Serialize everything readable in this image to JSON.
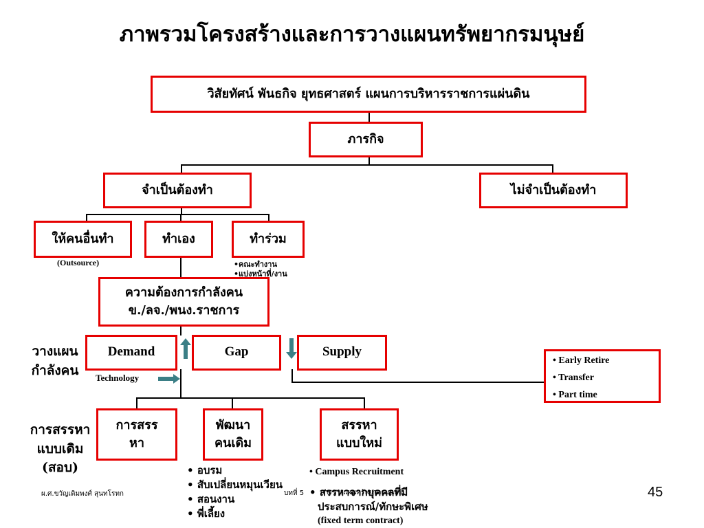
{
  "title": "ภาพรวมโครงสร้างและการวางแผนทรัพยากรมนุษย์",
  "boxes": {
    "vision": "วิสัยทัศน์  พันธกิจ  ยุทธศาสตร์  แผนการบริหารราชการแผ่นดิน",
    "mission": "ภารกิจ",
    "necessary": "จำเป็นต้องทำ",
    "unnecessary": "ไม่จำเป็นต้องทำ",
    "outsource": "ให้คนอื่นทำ",
    "self": "ทำเอง",
    "joint": "ทำร่วม",
    "need_line1": "ความต้องการกำลังคน",
    "need_line2": "ข./ลจ./พนง.ราชการ",
    "demand": "Demand",
    "gap": "Gap",
    "supply": "Supply",
    "recruit_line1": "การสรร",
    "recruit_line2": "หา",
    "develop_line1": "พัฒนา",
    "develop_line2": "คนเดิม",
    "new_line1": "สรรหา",
    "new_line2": "แบบใหม่"
  },
  "notes": {
    "outsource_note": "(Outsource)",
    "joint_note1": "•คณะทำงาน",
    "joint_note2": "•แบ่งหน้าที่/งาน",
    "technology": "Technology"
  },
  "side_labels": {
    "plan_line1": "วางแผน",
    "plan_line2": "กำลังคน",
    "old_line1": "การสรรหา",
    "old_line2": "แบบเดิม",
    "old_line3": "(สอบ)"
  },
  "supply_options": [
    "• Early Retire",
    "• Transfer",
    "• Part time"
  ],
  "develop_bullets": [
    "อบรม",
    "สับเปลี่ยนหมุนเวียน",
    "สอนงาน",
    "พี่เลี้ยง"
  ],
  "new_bullets": {
    "campus": "• Campus Recruitment",
    "item2": "สรรหาจากบุคคลที่มี",
    "item2b": "ประสบการณ์/ทักษะพิเศษ",
    "item2c": "(fixed term contract)",
    "overlap": "การวางแผนทรัพยากรมนุษย์"
  },
  "footer": {
    "author": "ผ.ศ.ขวัญเดิมพงศ์ สุนทโรทก",
    "chapter": "บทที่ 5",
    "page": "45"
  },
  "colors": {
    "box_border": "#e60000",
    "arrow": "#3b7f86"
  }
}
